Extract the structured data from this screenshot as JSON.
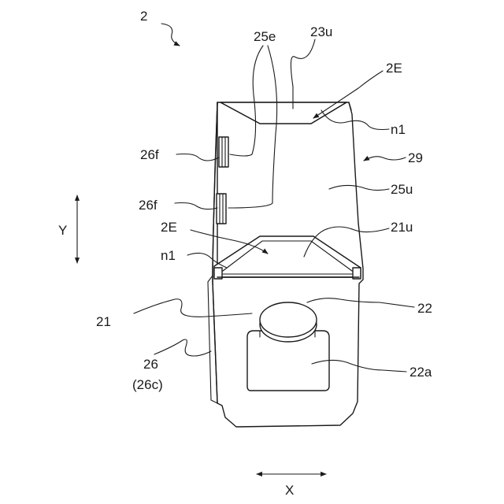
{
  "labels": {
    "fig_ref": "2",
    "l_25e": "25e",
    "l_23u": "23u",
    "l_2E_top": "2E",
    "l_n1_top": "n1",
    "l_29": "29",
    "l_26f_top": "26f",
    "l_26f_bottom": "26f",
    "l_25u": "25u",
    "l_Y": "Y",
    "l_2E_mid": "2E",
    "l_21u": "21u",
    "l_n1_mid": "n1",
    "l_21": "21",
    "l_22": "22",
    "l_26": "26",
    "l_26c": "(26c)",
    "l_22a": "22a",
    "l_X": "X"
  }
}
